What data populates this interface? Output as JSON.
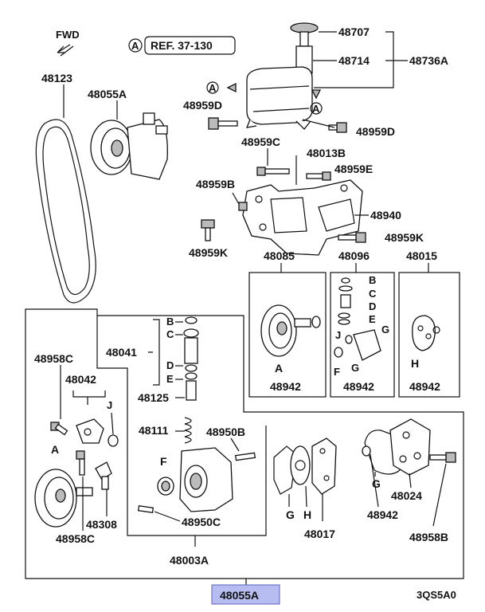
{
  "header": {
    "fwd": "FWD",
    "ref_circle": "A",
    "ref": "REF. 37-130"
  },
  "callouts": {
    "a1": "A",
    "a2": "A",
    "p48707": "48707",
    "p48714": "48714",
    "p48736A": "48736A",
    "p48123": "48123",
    "p48055A_top": "48055A",
    "p48959D_l": "48959D",
    "p48959D_r": "48959D",
    "p48959C": "48959C",
    "p48013B": "48013B",
    "p48959E": "48959E",
    "p48959B": "48959B",
    "p48940": "48940",
    "p48959K_l": "48959K",
    "p48959K_r": "48959K",
    "p48085": "48085",
    "p48096": "48096",
    "p48015": "48015",
    "box1_a": "A",
    "box1_48942": "48942",
    "box2_b": "B",
    "box2_c": "C",
    "box2_d": "D",
    "box2_e": "E",
    "box2_j": "J",
    "box2_g1": "G",
    "box2_f": "F",
    "box2_g2": "G",
    "box2_48942": "48942",
    "box3_h": "H",
    "box3_48942": "48942",
    "p48041": "48041",
    "v_b": "B",
    "v_c": "C",
    "v_d": "D",
    "v_e": "E",
    "p48125": "48125",
    "p48111": "48111",
    "p48950B": "48950B",
    "p48958C_t": "48958C",
    "p48042": "48042",
    "j_low": "J",
    "a_low": "A",
    "f_low": "F",
    "p48950C": "48950C",
    "p48308": "48308",
    "p48958C_b": "48958C",
    "p48003A": "48003A",
    "g_low1": "G",
    "h_low": "H",
    "p48017": "48017",
    "g_low2": "G",
    "p48942_low": "48942",
    "p48024": "48024",
    "p48958B": "48958B",
    "p48055A_bottom": "48055A",
    "code": "3QS5A0"
  }
}
